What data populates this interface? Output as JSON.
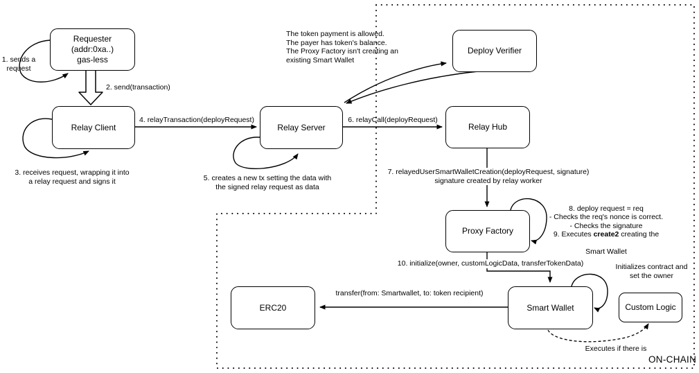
{
  "diagram": {
    "nodes": {
      "requester": "Requester\n(addr:0xa..)\ngas-less",
      "relay_client": "Relay Client",
      "relay_server": "Relay Server",
      "deploy_verifier": "Deploy Verifier",
      "relay_hub": "Relay Hub",
      "proxy_factory": "Proxy Factory",
      "smart_wallet": "Smart Wallet",
      "custom_logic": "Custom Logic",
      "erc20": "ERC20"
    },
    "edge_labels": {
      "step1": "1. sends a\nrequest",
      "step2": "2. send(transaction)",
      "step3": "3. receives request, wrapping it into\na relay request and signs it",
      "step4": "4. relayTransaction(deployRequest)",
      "step5": "5. creates a new tx setting the data with\nthe signed relay request as data",
      "step6": "6. relayCall(deployRequest)",
      "step7": "7. relayedUserSmartWalletCreation(deployRequest, signature)\nsignature created by relay worker",
      "step8_lines": "8. deploy request = req\n- Checks the req's nonce is correct.\n- Checks the signature",
      "step9_prefix": "9. Executes ",
      "step9_bold": "create2",
      "step9_suffix": " creating the",
      "step9_line2": "Smart Wallet",
      "step10": "10. initialize(owner, customLogicData, transferTokenData)",
      "transfer": "transfer(from: Smartwallet, to: token recipient)"
    },
    "notes": {
      "verifier_checks": "The token payment is allowed.\nThe payer has token's balance.\nThe Proxy Factory isn't creating an\nexisting Smart Wallet",
      "custom_logic_note": "Initializes contract and\nset the owner",
      "executes_note": "Executes if there is",
      "on_chain": "ON-CHAIN"
    },
    "colors": {
      "stroke": "#000000",
      "background": "#ffffff"
    }
  }
}
